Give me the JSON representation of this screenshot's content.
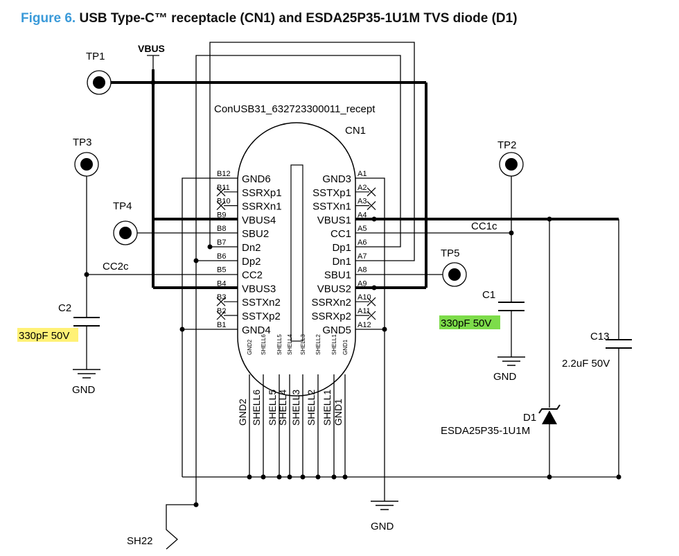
{
  "figure": {
    "number": "Figure 6.",
    "title": "USB Type-C™ receptacle (CN1) and ESDA25P35-1U1M TVS diode (D1)"
  },
  "connector": {
    "part_name": "ConUSB31_632723300011_recept",
    "ref": "CN1",
    "left_pins": [
      {
        "num": "B12",
        "name": "GND6"
      },
      {
        "num": "B11",
        "name": "SSRXp1"
      },
      {
        "num": "B10",
        "name": "SSRXn1"
      },
      {
        "num": "B9",
        "name": "VBUS4"
      },
      {
        "num": "B8",
        "name": "SBU2"
      },
      {
        "num": "B7",
        "name": "Dn2"
      },
      {
        "num": "B6",
        "name": "Dp2"
      },
      {
        "num": "B5",
        "name": "CC2"
      },
      {
        "num": "B4",
        "name": "VBUS3"
      },
      {
        "num": "B3",
        "name": "SSTXn2"
      },
      {
        "num": "B2",
        "name": "SSTXp2"
      },
      {
        "num": "B1",
        "name": "GND4"
      }
    ],
    "right_pins": [
      {
        "num": "A1",
        "name": "GND3"
      },
      {
        "num": "A2",
        "name": "SSTXp1"
      },
      {
        "num": "A3",
        "name": "SSTXn1"
      },
      {
        "num": "A4",
        "name": "VBUS1"
      },
      {
        "num": "A5",
        "name": "CC1"
      },
      {
        "num": "A6",
        "name": "Dp1"
      },
      {
        "num": "A7",
        "name": "Dn1"
      },
      {
        "num": "A8",
        "name": "SBU1"
      },
      {
        "num": "A9",
        "name": "VBUS2"
      },
      {
        "num": "A10",
        "name": "SSRXn2"
      },
      {
        "num": "A11",
        "name": "SSRXp2"
      },
      {
        "num": "A12",
        "name": "GND5"
      }
    ],
    "bottom_pins": [
      "GND2",
      "SHELL6",
      "SHELL5",
      "SHELL4",
      "SHELL3",
      "SHELL2",
      "SHELL1",
      "GND1"
    ]
  },
  "nets": {
    "vbus": "VBUS",
    "cc1": "CC1c",
    "cc2": "CC2c",
    "gnd": "GND",
    "shield": "SH22"
  },
  "test_points": {
    "tp1": "TP1",
    "tp2": "TP2",
    "tp3": "TP3",
    "tp4": "TP4",
    "tp5": "TP5"
  },
  "components": {
    "c1": {
      "ref": "C1",
      "value": "330pF 50V",
      "highlight": "#7ddc4a"
    },
    "c2": {
      "ref": "C2",
      "value": "330pF 50V",
      "highlight": "#fff176"
    },
    "c13": {
      "ref": "C13",
      "value": "2.2uF 50V"
    },
    "d1": {
      "ref": "D1",
      "value": "ESDA25P35-1U1M"
    }
  },
  "colors": {
    "title_accent": "#3a9ad9",
    "wire": "#000000"
  }
}
